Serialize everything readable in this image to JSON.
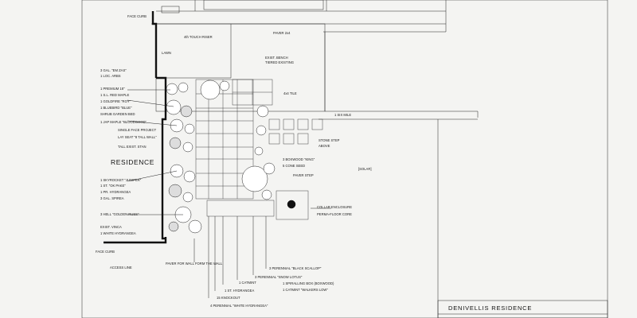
{
  "drawing": {
    "title_block": {
      "project_title": "DENIVELLIS RESIDENCE"
    },
    "building": {
      "label": "RESIDENCE"
    },
    "labels": {
      "top_left": "FACE CURB",
      "upper_a": "4th TOUCH RISER",
      "upper_b": "PAVER 2x4",
      "upper_c": "LAWN",
      "upper_d": "EXIST. BENCH",
      "upper_e": "TIERED EXISTING",
      "left_1": "3 GAL. \"EM ZAS\"",
      "left_2": "1 LOC. ARBS",
      "left_3": "1 PREMIUM 18\"",
      "left_4": "1 S.L. RED MAPLE",
      "left_5": "1 GOLDFIRE \"ROY\"",
      "left_6": "1 BLUEBIRD \"BLUE\"",
      "left_7": "SHRUB GARDEN BED",
      "left_8": "1 JAP MAPLE \"BLOODGOOD\"",
      "left_9": "SINGLE FACE PROJECT",
      "left_10": "LAY SEAT \"8 TALL WALL\"",
      "left_11": "TALL EXIST. STAN",
      "left_12": "1 SKYROCKET \"JUNIPER\"",
      "left_13": "1 ST. \"OK PAKE\"",
      "left_14": "1 PR. HYDRANGEA",
      "left_15": "3 GAL. SPIREA",
      "left_16": "3 HELL \"GOLDEN RUSS\"",
      "left_17": "EXIST. VINCA",
      "left_18": "1 WHITE HYDRANGEA",
      "left_19": "FACE CURB",
      "mid_1": "4x4 TILE",
      "mid_2": "3 BOXWOOD \"KING\"",
      "mid_3": "5 CONE SEED",
      "mid_4": "PAVER STEP",
      "mid_5": "STONE STEP",
      "mid_6": "ABOVE",
      "mid_7": "1 SIX MILE",
      "mid_8": "[SOLAR]",
      "mid_9": "COLLAR ENCLOSURE",
      "mid_10": "PERMA-FLOOR CORE",
      "bot_1": "ACCESS LINE",
      "bot_2": "PAVER FOR WALL FORM THE WALL",
      "bot_3": "3 PERENNIAL \"BLACK SCALLOP\"",
      "bot_4": "3 PERENNIAL \"SNOW LOTUS\"",
      "bot_5": "1 CATMINT",
      "bot_6": "1 ST. HYDRANGEA",
      "bot_7": "15 KNOCKOUT",
      "bot_8": "4 PERENNIAL \"WHITE HYDRANGEA\"",
      "bot_9": "1 SPIRALLING BOX (BOXWOOD)",
      "bot_10": "1 CATMINT \"WALKERS LOW\""
    }
  }
}
